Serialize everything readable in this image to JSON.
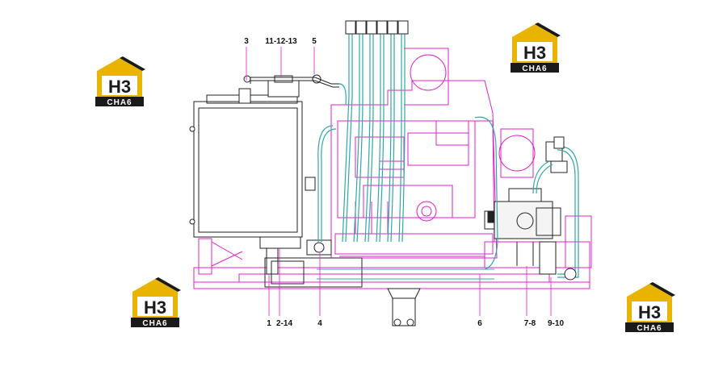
{
  "diagram": {
    "callouts": [
      "3",
      "11-12-13",
      "5",
      "1",
      "2-14",
      "4",
      "6",
      "7-8",
      "9-10"
    ],
    "colors": {
      "frame": "#e020c8",
      "hose": "#30a8a8",
      "line": "#222222",
      "logo_gold": "#e8b400",
      "logo_dark": "#1a1a1a"
    }
  },
  "watermark": {
    "brand_top": "H3",
    "brand_bottom": "CHA6"
  }
}
